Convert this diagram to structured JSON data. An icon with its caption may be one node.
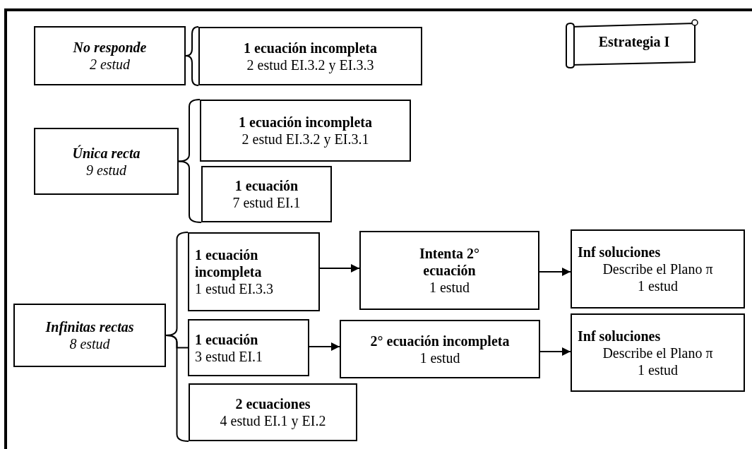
{
  "diagram": {
    "title": "Estrategia I",
    "nodes": [
      {
        "text": [
          "No responde",
          "2 estud"
        ]
      },
      {
        "text": [
          "1 ecuación incompleta",
          "2 estud EI.3.2 y EI.3.3"
        ]
      },
      {
        "text": [
          "Única recta",
          "9 estud"
        ]
      },
      {
        "text": [
          "1 ecuación incompleta",
          "2 estud EI.3.2 y EI.3.1"
        ]
      },
      {
        "text": [
          "1 ecuación",
          "7 estud EI.1"
        ]
      },
      {
        "text": [
          "Infinitas rectas",
          "8 estud"
        ]
      },
      {
        "text": [
          "1 ecuación incompleta",
          "1 estud EI.3.3"
        ]
      },
      {
        "text": [
          "Intenta 2° ecuación",
          "1 estud"
        ]
      },
      {
        "text": [
          "Inf soluciones",
          "Describe el Plano π",
          "1 estud"
        ]
      },
      {
        "text": [
          "1 ecuación",
          "3 estud EI.1"
        ]
      },
      {
        "text": [
          "2° ecuación incompleta",
          "1 estud"
        ]
      },
      {
        "text": [
          "Inf soluciones",
          "Describe el Plano π",
          "1 estud"
        ]
      },
      {
        "text": [
          "2 ecuaciones",
          "4 estud EI.1 y EI.2"
        ]
      }
    ],
    "edges": [
      {
        "from": 0,
        "to": 1,
        "arrow": "none"
      },
      {
        "from": 2,
        "to": 3,
        "arrow": "none"
      },
      {
        "from": 2,
        "to": 4,
        "arrow": "none"
      },
      {
        "from": 5,
        "to": 6,
        "arrow": "none"
      },
      {
        "from": 5,
        "to": 9,
        "arrow": "none"
      },
      {
        "from": 5,
        "to": 12,
        "arrow": "none"
      },
      {
        "from": 6,
        "to": 7,
        "arrow": "to"
      },
      {
        "from": 7,
        "to": 8,
        "arrow": "to"
      },
      {
        "from": 9,
        "to": 10,
        "arrow": "to"
      },
      {
        "from": 10,
        "to": 11,
        "arrow": "to"
      }
    ]
  }
}
